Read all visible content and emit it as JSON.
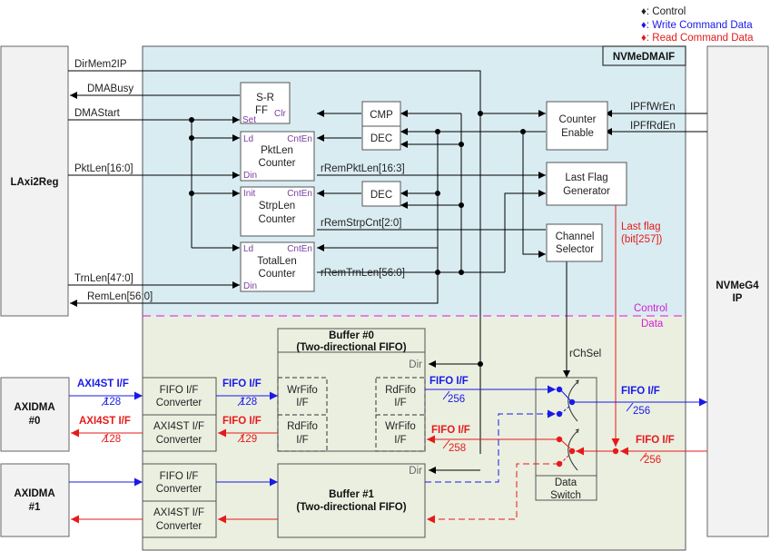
{
  "legend": {
    "control": "♦: Control",
    "write": "♦: Write Command Data",
    "read": "♦: Read Command Data"
  },
  "colors": {
    "control": "#000000",
    "write": "#1a1ae6",
    "read": "#e61a1a",
    "control_bg": "#d9ecf2",
    "data_bg": "#ebefe0",
    "boundary": "#d020d0",
    "external_block": "#f2f2f2"
  },
  "blocks": {
    "laxi2reg": "LAxi2Reg",
    "nvmeg4_1": "NVMeG4",
    "nvmeg4_2": "IP",
    "nvmedmaif": "NVMeDMAIF",
    "axidma0_1": "AXIDMA",
    "axidma0_2": "#0",
    "axidma1_1": "AXIDMA",
    "axidma1_2": "#1",
    "srff_1": "S-R",
    "srff_2": "FF",
    "cmp": "CMP",
    "dec1": "DEC",
    "dec2": "DEC",
    "pktlen_1": "PktLen",
    "pktlen_2": "Counter",
    "strplen_1": "StrpLen",
    "strplen_2": "Counter",
    "totallen_1": "TotalLen",
    "totallen_2": "Counter",
    "counter_enable_1": "Counter",
    "counter_enable_2": "Enable",
    "lastflag_1": "Last Flag",
    "lastflag_2": "Generator",
    "chsel_1": "Channel",
    "chsel_2": "Selector",
    "buffer0_1": "Buffer #0",
    "buffer0_2": "(Two-directional FIFO)",
    "buffer1_1": "Buffer #1",
    "buffer1_2": "(Two-directional FIFO)",
    "fifo_conv": "FIFO I/F",
    "conv": "Converter",
    "axi4st_conv": "AXI4ST I/F",
    "wrfifo": "WrFifo",
    "rdfifo": "RdFifo",
    "if": "I/F",
    "data_switch_1": "Data",
    "data_switch_2": "Switch"
  },
  "ports": {
    "set": "Set",
    "clr": "Clr",
    "ld": "Ld",
    "cnten": "CntEn",
    "din": "Din",
    "init": "Init",
    "dir": "Dir"
  },
  "signals": {
    "dirmem2ip": "DirMem2IP",
    "dmabusy": "DMABusy",
    "dmastart": "DMAStart",
    "pktlen": "PktLen[16:0]",
    "trnlen": "TrnLen[47:0]",
    "remlen": "RemLen[56:0]",
    "rrempktlen": "rRemPktLen[16:3]",
    "rremstrpcnt": "rRemStrpCnt[2:0]",
    "rremtrnlen": "rRemTrnLen[56:0]",
    "ipffwren": "IPFfWrEn",
    "ipffrden": "IPFfRdEn",
    "lastflag_1": "Last flag",
    "lastflag_2": "(bit[257])",
    "rchsel": "rChSel",
    "control": "Control",
    "data": "Data",
    "axi4st_if": "AXI4ST  I/F",
    "axi4st_if_r": "AXI4ST I/F",
    "fifo_if": "FIFO I/F",
    "w128": "128",
    "w129": "129",
    "w256": "256",
    "w258": "258"
  }
}
